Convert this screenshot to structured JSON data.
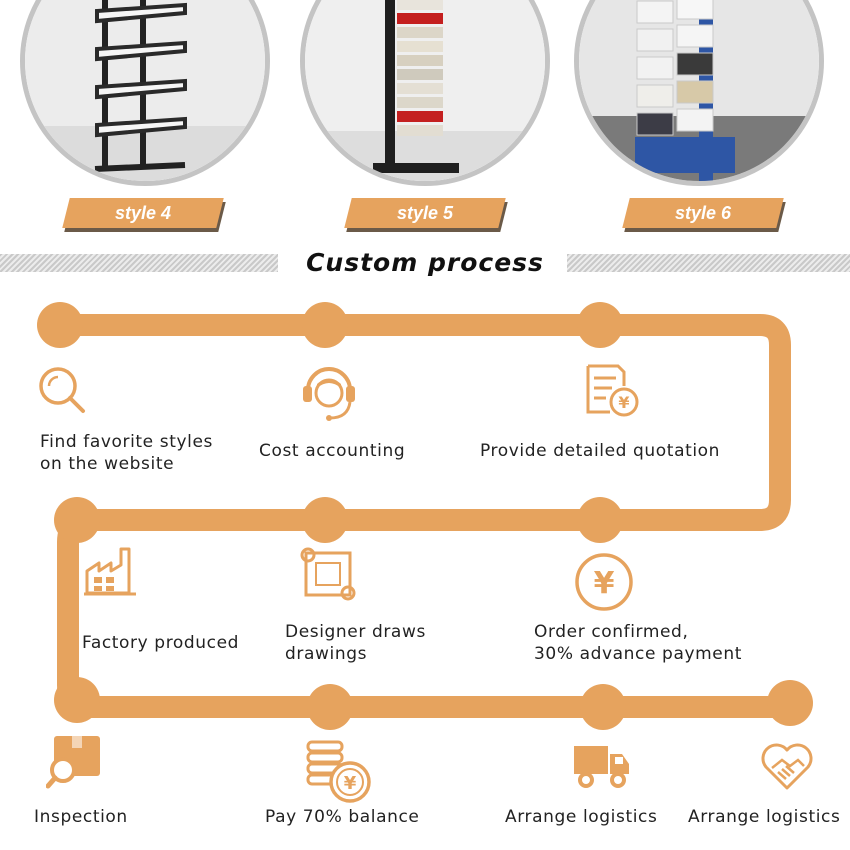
{
  "styles": [
    {
      "label": "style 4"
    },
    {
      "label": "style 5"
    },
    {
      "label": "style 6"
    }
  ],
  "section": {
    "title": "Custom process"
  },
  "steps": [
    {
      "label": "Find favorite styles\non the website",
      "icon": "search-icon"
    },
    {
      "label": "Cost accounting",
      "icon": "headset-agent-icon"
    },
    {
      "label": "Provide detailed quotation",
      "icon": "quotation-document-icon"
    },
    {
      "label": "Factory produced",
      "icon": "factory-icon"
    },
    {
      "label": "Designer draws\ndrawings",
      "icon": "blueprint-scroll-icon"
    },
    {
      "label": "Order confirmed,\n30% advance payment",
      "icon": "yuan-coin-icon"
    },
    {
      "label": "Inspection",
      "icon": "box-magnifier-icon"
    },
    {
      "label": "Pay 70% balance",
      "icon": "coin-stack-icon"
    },
    {
      "label": "Arrange logistics",
      "icon": "delivery-truck-icon"
    },
    {
      "label": "Arrange logistics",
      "icon": "handshake-heart-icon"
    }
  ],
  "colors": {
    "accent": "#e6a35e",
    "tag_shadow": "#6b5a48",
    "ring": "#c4c4c4"
  }
}
